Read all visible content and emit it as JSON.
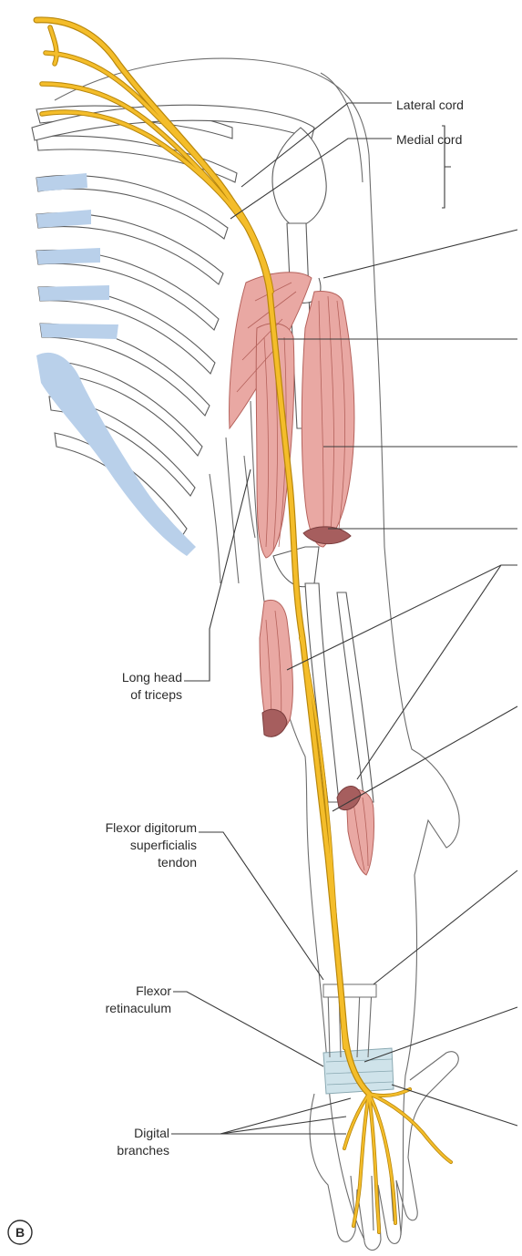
{
  "labels": {
    "lateral_cord": "Lateral cord",
    "medial_cord": "Medial cord",
    "long_head_1": "Long head",
    "long_head_2": "of triceps",
    "fds_1": "Flexor digitorum",
    "fds_2": "superficialis",
    "fds_3": "tendon",
    "retinaculum_1": "Flexor",
    "retinaculum_2": "retinaculum",
    "digital_1": "Digital",
    "digital_2": "branches",
    "panel_letter": "B"
  },
  "colors": {
    "nerve": "#f4bd2a",
    "nerve_edge": "#b8870c",
    "muscle": "#e9a8a3",
    "cartilage": "#b9d0ea",
    "retinaculum": "#cfe3ea"
  }
}
